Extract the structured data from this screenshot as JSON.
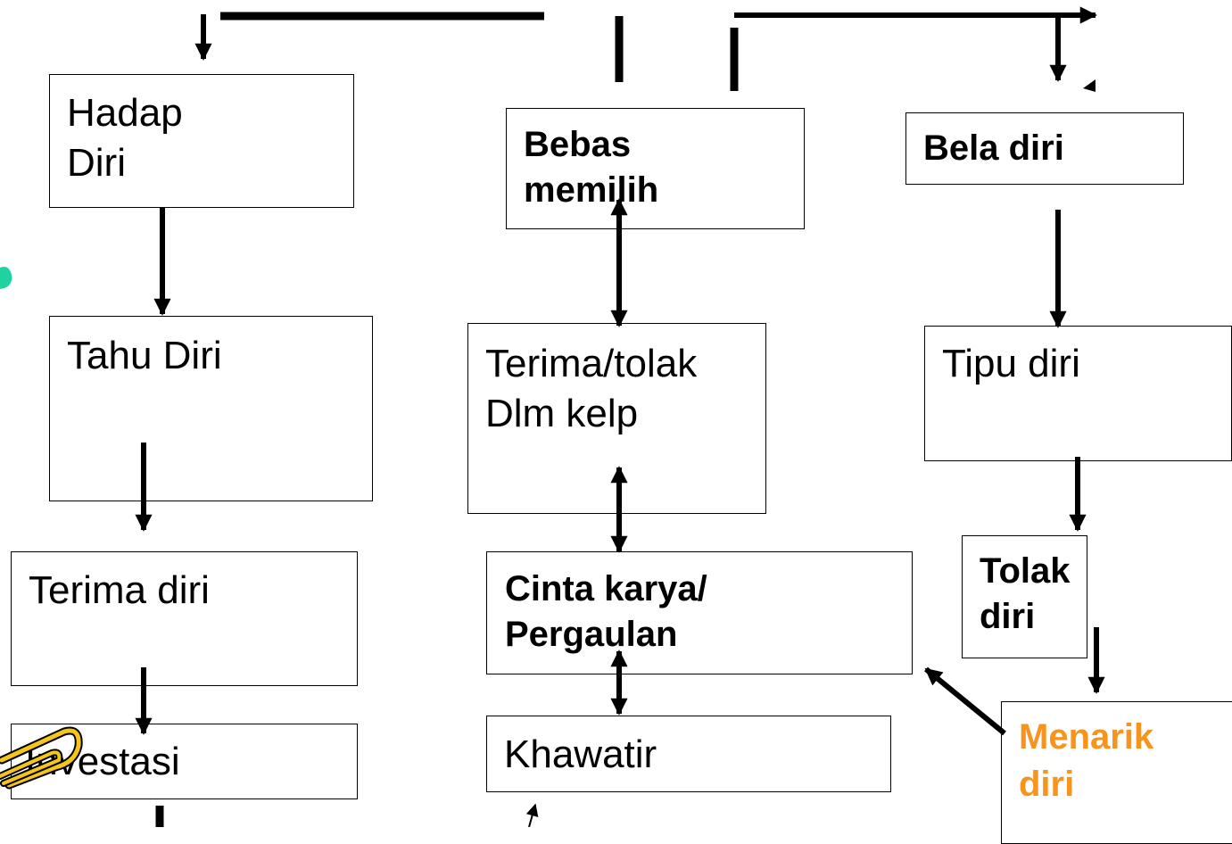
{
  "nodes": {
    "hadap_diri": {
      "line1": "Hadap",
      "line2": "Diri"
    },
    "tahu_diri": {
      "label": "Tahu Diri"
    },
    "terima_diri": {
      "label": "Terima diri"
    },
    "investasi": {
      "label": "Investasi"
    },
    "bebas_memilih": {
      "line1": "Bebas",
      "line2": "memilih"
    },
    "terima_tolak": {
      "line1": "Terima/tolak",
      "line2": "Dlm kelp"
    },
    "cinta_karya": {
      "line1": "Cinta karya/",
      "line2": "Pergaulan"
    },
    "khawatir": {
      "label": "Khawatir"
    },
    "bela_diri": {
      "label": "Bela diri"
    },
    "tipu_diri": {
      "label": "Tipu diri"
    },
    "tolak_diri": {
      "line1": "Tolak",
      "line2": "diri"
    },
    "menarik_diri": {
      "line1": "Menarik",
      "line2": "diri"
    }
  },
  "colors": {
    "line": "#000000",
    "box_border": "#000000",
    "accent_text": "#f7941d",
    "clip_yellow": "#f5c518",
    "decor_green": "#1ed3a0"
  },
  "icons": [
    "paperclip-icon",
    "green-blob"
  ]
}
